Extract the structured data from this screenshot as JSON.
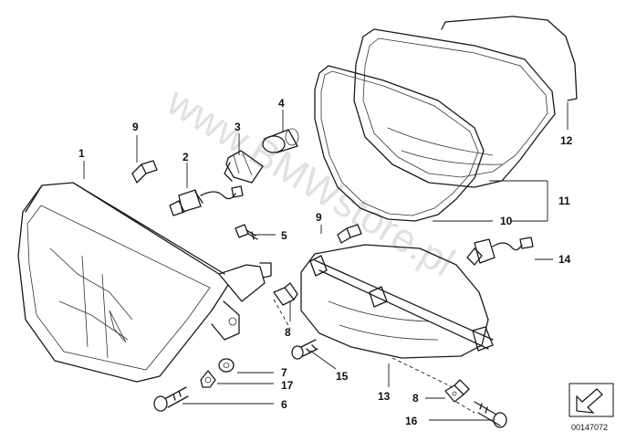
{
  "diagram": {
    "watermark": "www.BMWstore.pl",
    "drawing_number": "00147072",
    "callouts": [
      {
        "id": "c1",
        "text": "1"
      },
      {
        "id": "c2",
        "text": "2"
      },
      {
        "id": "c3",
        "text": "3"
      },
      {
        "id": "c4",
        "text": "4"
      },
      {
        "id": "c5",
        "text": "5"
      },
      {
        "id": "c6",
        "text": "6"
      },
      {
        "id": "c7",
        "text": "7"
      },
      {
        "id": "c8a",
        "text": "8"
      },
      {
        "id": "c8b",
        "text": "8"
      },
      {
        "id": "c9a",
        "text": "9"
      },
      {
        "id": "c9b",
        "text": "9"
      },
      {
        "id": "c10",
        "text": "10"
      },
      {
        "id": "c11",
        "text": "11"
      },
      {
        "id": "c12",
        "text": "12"
      },
      {
        "id": "c13",
        "text": "13"
      },
      {
        "id": "c14",
        "text": "14"
      },
      {
        "id": "c15",
        "text": "15"
      },
      {
        "id": "c16",
        "text": "16"
      },
      {
        "id": "c17",
        "text": "17"
      }
    ]
  }
}
